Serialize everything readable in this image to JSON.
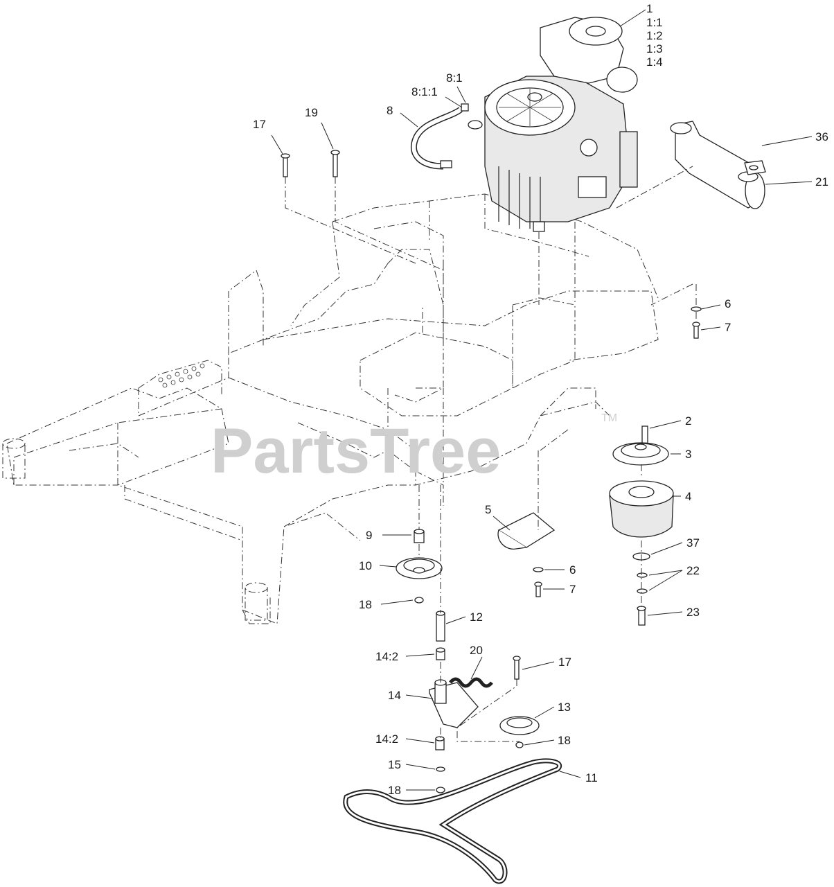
{
  "watermark": {
    "text": "PartsTree",
    "tm": "TM"
  },
  "callouts": {
    "c1": "1",
    "c1_1": "1:1",
    "c1_2": "1:2",
    "c1_3": "1:3",
    "c1_4": "1:4",
    "c8_1": "8:1",
    "c8_1_1": "8:1:1",
    "c8": "8",
    "c17a": "17",
    "c19": "19",
    "c36": "36",
    "c21": "21",
    "c6a": "6",
    "c7a": "7",
    "c2": "2",
    "c3": "3",
    "c4": "4",
    "c5": "5",
    "c9": "9",
    "c10": "10",
    "c18a": "18",
    "c6b": "6",
    "c7b": "7",
    "c37": "37",
    "c22": "22",
    "c23": "23",
    "c12": "12",
    "c14_2a": "14:2",
    "c20": "20",
    "c17b": "17",
    "c14": "14",
    "c13": "13",
    "c18b": "18",
    "c14_2b": "14:2",
    "c15": "15",
    "c11": "11",
    "c18c": "18"
  }
}
